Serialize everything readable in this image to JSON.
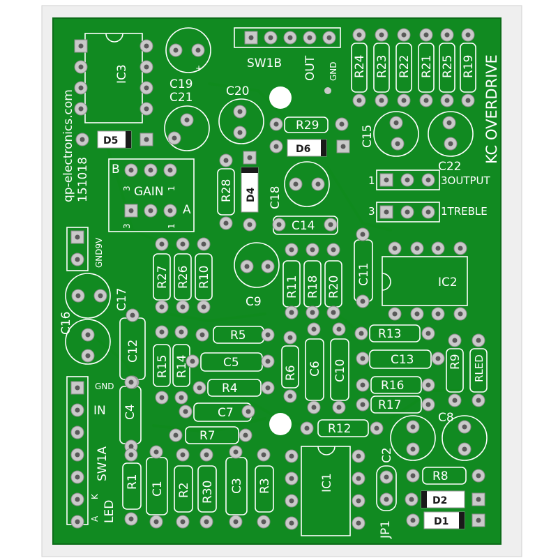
{
  "board": {
    "title": "KC OVERDRIVE",
    "url": "qp-electronics.com",
    "date": "151018",
    "colors": {
      "board_bg": "#f2f2f2",
      "pcb_green": "#118a21",
      "silk": "#ffffff",
      "pad": "#c9c9c9"
    }
  },
  "labels": {
    "ic3": "IC3",
    "ic2": "IC2",
    "ic1": "IC1",
    "c19": "C19",
    "c21": "C21",
    "c20": "C20",
    "c15": "C15",
    "c22": "C22",
    "c18": "C18",
    "c14": "C14",
    "c9": "C9",
    "c11": "C11",
    "c16": "C16",
    "c17": "C17",
    "c12": "C12",
    "c5": "C5",
    "c7": "C7",
    "c6": "C6",
    "c10": "C10",
    "c13": "C13",
    "c4": "C4",
    "c1": "C1",
    "c3": "C3",
    "c2": "C2",
    "c8": "C8",
    "d5": "D5",
    "d6": "D6",
    "d4": "D4",
    "d2": "D2",
    "d1": "D1",
    "r24": "R24",
    "r23": "R23",
    "r22": "R22",
    "r21": "R21",
    "r25": "R25",
    "r19": "R19",
    "r29": "R29",
    "r28": "R28",
    "r27": "R27",
    "r26": "R26",
    "r10": "R10",
    "r11": "R11",
    "r18": "R18",
    "r20": "R20",
    "r5": "R5",
    "r15": "R15",
    "r14": "R14",
    "r4": "R4",
    "r6": "R6",
    "r13": "R13",
    "r9": "R9",
    "rled": "RLED",
    "r16": "R16",
    "r17": "R17",
    "r7": "R7",
    "r12": "R12",
    "r1": "R1",
    "r2": "R2",
    "r30": "R30",
    "r3": "R3",
    "r8": "R8",
    "sw1b": "SW1B",
    "sw1a": "SW1A",
    "out": "OUT",
    "gnd": "GND",
    "gnd9v": "GND9V",
    "gnd_in": "GND",
    "in": "IN",
    "led": "LED",
    "jp1": "JP1",
    "gain": "GAIN",
    "b": "B",
    "a": "A",
    "n3": "3",
    "n1": "1",
    "output": "3OUTPUT",
    "treble": "1TREBLE",
    "one": "1",
    "three": "3",
    "plus": "+",
    "pin_a": "A",
    "pin_k": "K"
  }
}
